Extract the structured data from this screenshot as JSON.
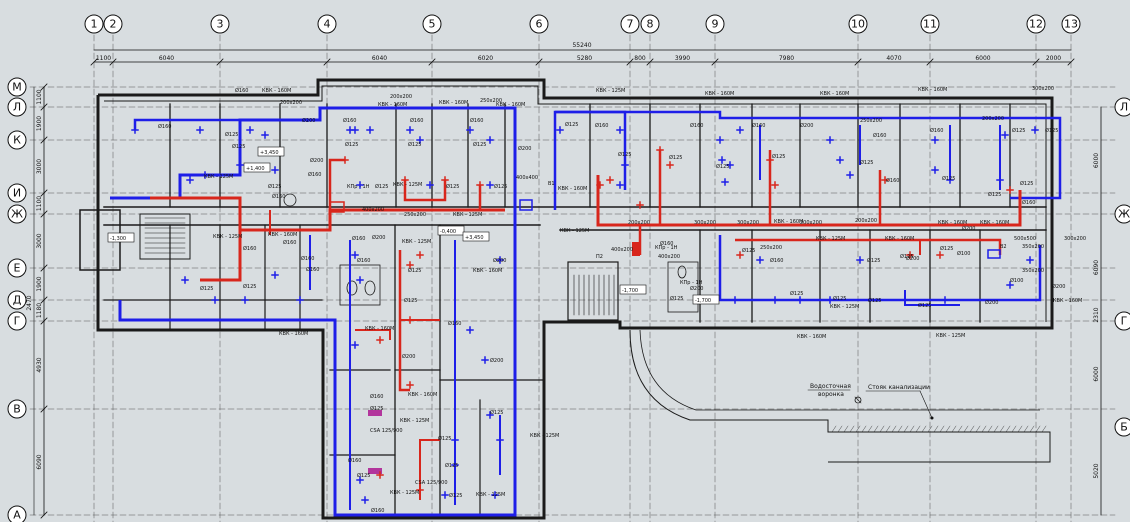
{
  "axes_top": [
    "1",
    "2",
    "3",
    "4",
    "5",
    "6",
    "7",
    "8",
    "9",
    "10",
    "11",
    "12",
    "13"
  ],
  "axes_left": [
    "М",
    "Л",
    "К",
    "И",
    "Ж",
    "Е",
    "Д",
    "Г",
    "В",
    "А"
  ],
  "axes_right": [
    "Л",
    "Ж",
    "Г",
    "Б"
  ],
  "dimensions": {
    "overall": "55240",
    "spans": [
      "1100",
      "6040",
      "6040",
      "6020",
      "5280",
      "800",
      "3990",
      "7980",
      "4070",
      "6000",
      "2000"
    ],
    "left_vertical": [
      "1100",
      "1900",
      "3000",
      "1100",
      "3000",
      "1900",
      "1180",
      "4930",
      "6090",
      "2470"
    ],
    "right_vertical": [
      "6000",
      "6090",
      "2310",
      "6000",
      "5020"
    ]
  },
  "level_marks": [
    "-1,300",
    "+1,400",
    "+3,450",
    "-0,400",
    "+3,450",
    "-1,700",
    "-1,700"
  ],
  "duct_labels": {
    "kvk160": "КВК - 160М",
    "kvk125": "КВК - 125М",
    "d160": "Ø160",
    "d125": "Ø125",
    "d200": "Ø200",
    "d100": "Ø100",
    "r200x200": "200x200",
    "r250x200": "250x200",
    "r300x200": "300x200",
    "r400x400": "400x400",
    "r400x200": "400x200",
    "r500x500": "500x500",
    "r350x200": "350x200",
    "r600x200": "600x200",
    "ktp": "КПр - 1Н",
    "csa": "CSA 125/900",
    "b1": "В1",
    "b2": "В2",
    "p2": "П2"
  },
  "notes": {
    "funnel": "Водосточная воронка",
    "sewer": "Стояк канализации"
  },
  "colors": {
    "background": "#d8dde0",
    "wall": "#1a1a1a",
    "supply": "#d8261c",
    "exhaust": "#1e1ee8",
    "equipment": "#b2359c"
  }
}
